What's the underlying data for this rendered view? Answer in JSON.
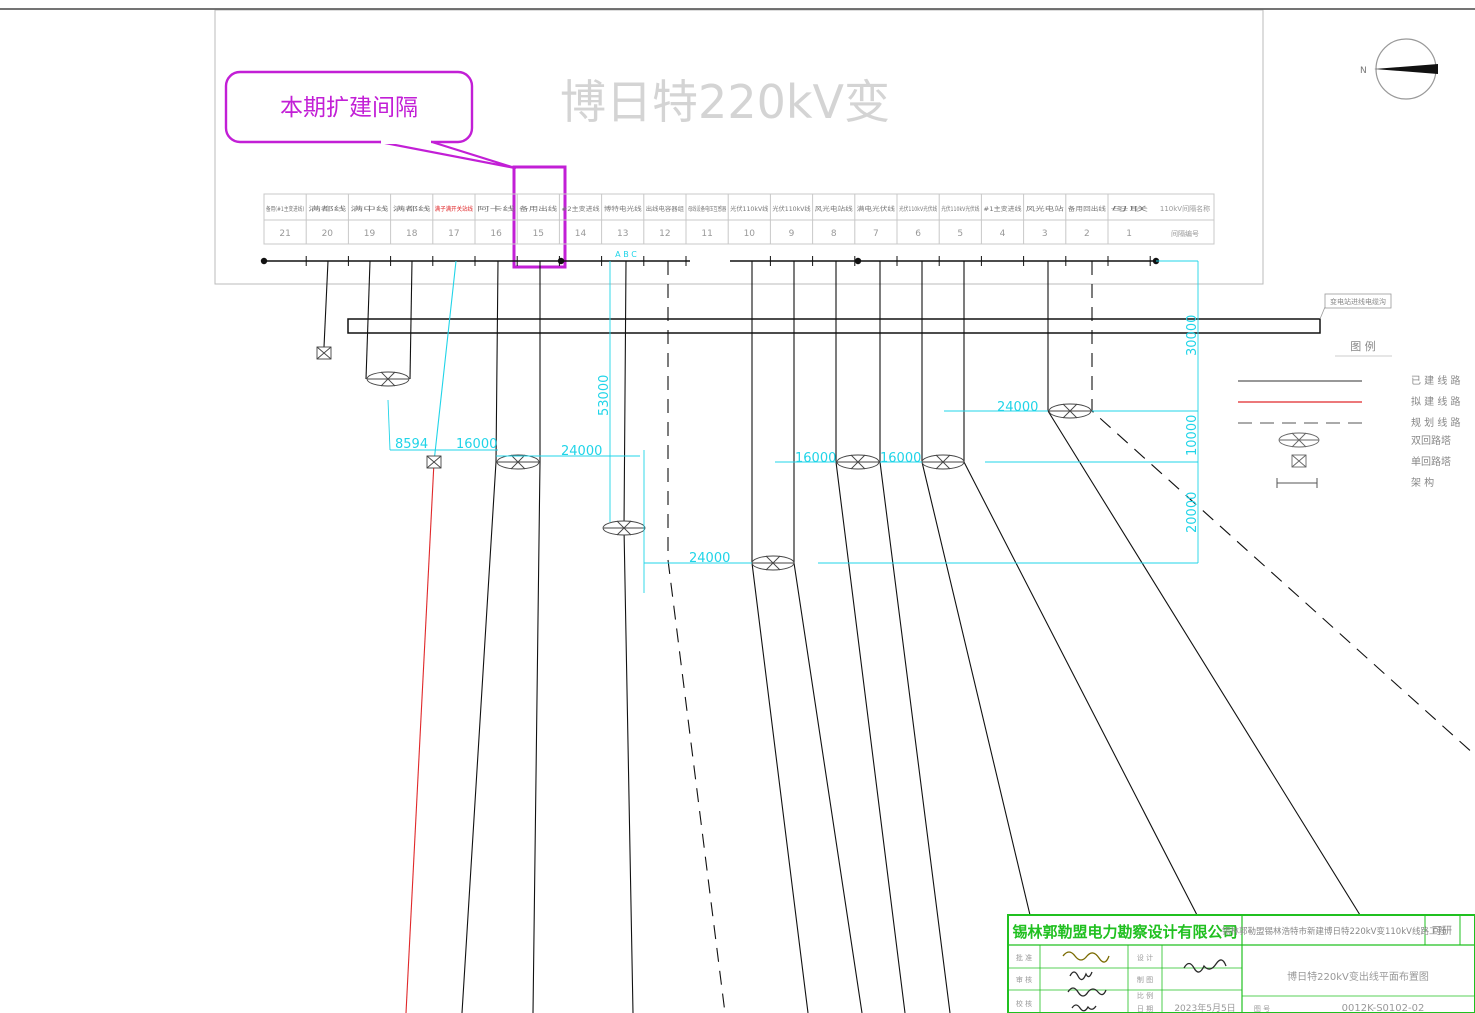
{
  "title": "博日特220kV变",
  "callout": "本期扩建间隔",
  "bays": [
    {
      "num": "21",
      "label": "备用(#1主变进线)"
    },
    {
      "num": "20",
      "label": "满都线"
    },
    {
      "num": "19",
      "label": "满中线"
    },
    {
      "num": "18",
      "label": "满都线"
    },
    {
      "num": "17",
      "label": "满子满开关站线"
    },
    {
      "num": "16",
      "label": "阿卡线"
    },
    {
      "num": "15",
      "label": "备用出线"
    },
    {
      "num": "14",
      "label": "#2主变进线"
    },
    {
      "num": "13",
      "label": "博特电光线"
    },
    {
      "num": "12",
      "label": "出线电容器组"
    },
    {
      "num": "11",
      "label": "母线设备电压互感器"
    },
    {
      "num": "10",
      "label": "光伏110kV线"
    },
    {
      "num": "9",
      "label": "光伏110kV线"
    },
    {
      "num": "8",
      "label": "风光电站线"
    },
    {
      "num": "7",
      "label": "满电光伏线"
    },
    {
      "num": "6",
      "label": "光伏110kV光伏线"
    },
    {
      "num": "5",
      "label": "光伏110kV光伏线"
    },
    {
      "num": "4",
      "label": "#1主变进线"
    },
    {
      "num": "3",
      "label": "风光电站"
    },
    {
      "num": "2",
      "label": "备用回出线"
    },
    {
      "num": "1",
      "label": "母联"
    }
  ],
  "header_right_label": "110kV间隔名称",
  "header_right_num": "间隔编号",
  "abc": "A B C",
  "dims": {
    "d8594": "8594",
    "d16000a": "16000",
    "d24000a": "24000",
    "d53000": "53000",
    "d24000b": "24000",
    "d16000b": "16000",
    "d16000c": "16000",
    "d24000c": "24000",
    "d30000": "30000",
    "d10000": "10000",
    "d20000": "20000"
  },
  "legend": {
    "title": "图  例",
    "tag": "变电站进线电缆沟",
    "items": [
      "已 建 线 路",
      "拟 建 线 路",
      "规 划 线 路",
      "双回路塔",
      "单回路塔",
      "架   构"
    ]
  },
  "compass_label": "N",
  "title_block": {
    "company": "锡林郭勒盟电力勘察设计有限公司",
    "project": "锡林郭勒盟锡林浩特市新建博日特220kV变110kV线路工程",
    "stage": "可研",
    "drawing_name": "博日特220kV变出线平面布置图",
    "date": "2023年5月5日",
    "drawing_no": "0012K-S0102-02",
    "row_labels": [
      "批 准",
      "审 核",
      "校 核"
    ],
    "row_labels2": [
      "设 计",
      "制 图",
      "比 例"
    ],
    "date_label": "日 期",
    "no_label": "图 号"
  },
  "colors": {
    "magenta": "#c21fd6",
    "cyan": "#20d4e8",
    "red": "#e0282a",
    "green": "#20c020",
    "line": "#111111",
    "faint": "#8a8a8a"
  }
}
